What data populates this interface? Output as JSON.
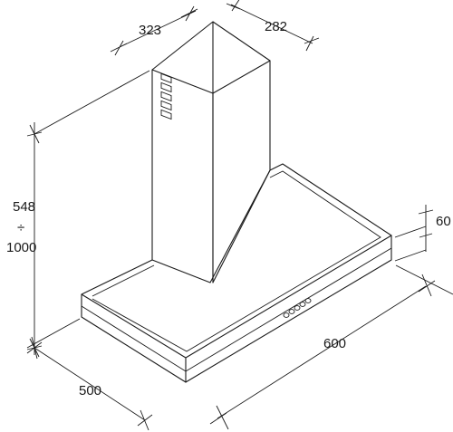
{
  "diagram": {
    "dimensions": {
      "chimney_width": "323",
      "chimney_depth": "282",
      "height_min": "548",
      "height_separator": "÷",
      "height_max": "1000",
      "canopy_depth": "500",
      "canopy_width": "600",
      "canopy_thickness": "60"
    },
    "control_buttons": 5,
    "vent_slots": 5
  }
}
